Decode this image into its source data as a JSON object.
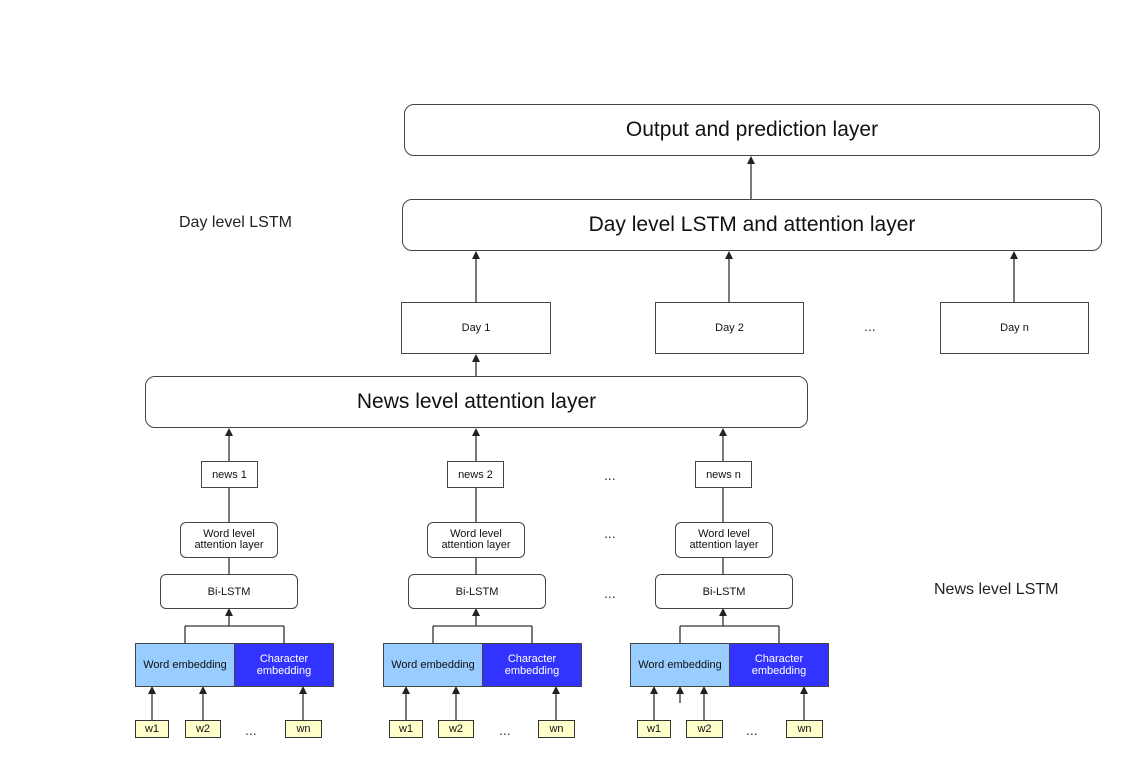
{
  "side_labels": {
    "day_level": "Day level LSTM",
    "news_level": "News level LSTM"
  },
  "layers": {
    "output": "Output and prediction layer",
    "day_attention": "Day level LSTM and attention layer",
    "news_attention": "News level attention layer"
  },
  "days": [
    "Day 1",
    "Day 2",
    "Day n"
  ],
  "ellipsis": "...",
  "news_groups": [
    {
      "news": "news 1",
      "attention": "Word level attention layer",
      "bilstm": "Bi-LSTM",
      "word_embedding": "Word embedding",
      "char_embedding": "Character embedding",
      "tokens": [
        "w1",
        "w2",
        "wn"
      ]
    },
    {
      "news": "news 2",
      "attention": "Word level attention layer",
      "bilstm": "Bi-LSTM",
      "word_embedding": "Word embedding",
      "char_embedding": "Character embedding",
      "tokens": [
        "w1",
        "w2",
        "wn"
      ]
    },
    {
      "news": "news n",
      "attention": "Word level attention layer",
      "bilstm": "Bi-LSTM",
      "word_embedding": "Word embedding",
      "char_embedding": "Character embedding",
      "tokens": [
        "w1",
        "w2",
        "wn"
      ]
    }
  ],
  "colors": {
    "word_embedding": "#99ccff",
    "char_embedding": "#3333ff",
    "token": "#ffffcc",
    "stroke": "#444444"
  }
}
